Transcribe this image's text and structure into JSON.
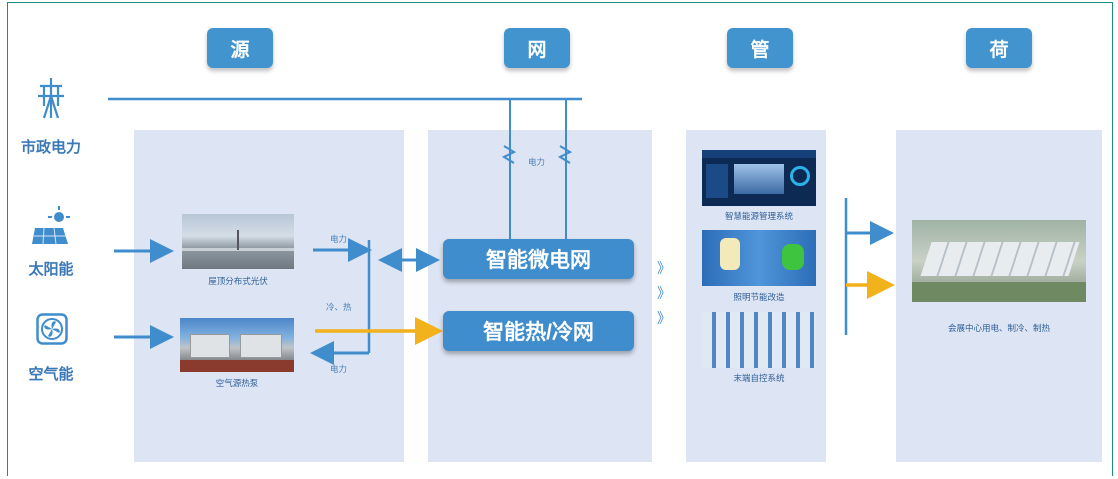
{
  "headers": {
    "source": "源",
    "grid": "网",
    "manage": "管",
    "load": "荷"
  },
  "sources": {
    "municipal": "市政电力",
    "solar": "太阳能",
    "air": "空气能"
  },
  "source_panel": {
    "pv_caption": "屋顶分布式光伏",
    "heat_pump_caption": "空气源热泵",
    "power_out": "电力",
    "cold_heat": "冷、热",
    "power_in": "电力"
  },
  "grid_panel": {
    "microgrid": "智能微电网",
    "thermal_grid": "智能热/冷网",
    "power_label": "电力"
  },
  "manage_panel": {
    "chevrons": "》",
    "items": [
      "智慧能源管理系统",
      "照明节能改造",
      "末端自控系统"
    ]
  },
  "load_panel": {
    "caption": "会展中心用电、制冷、制热"
  },
  "colors": {
    "blue": "#3f8dcc",
    "orange": "#f2b21b",
    "panel": "#dde4f3"
  }
}
